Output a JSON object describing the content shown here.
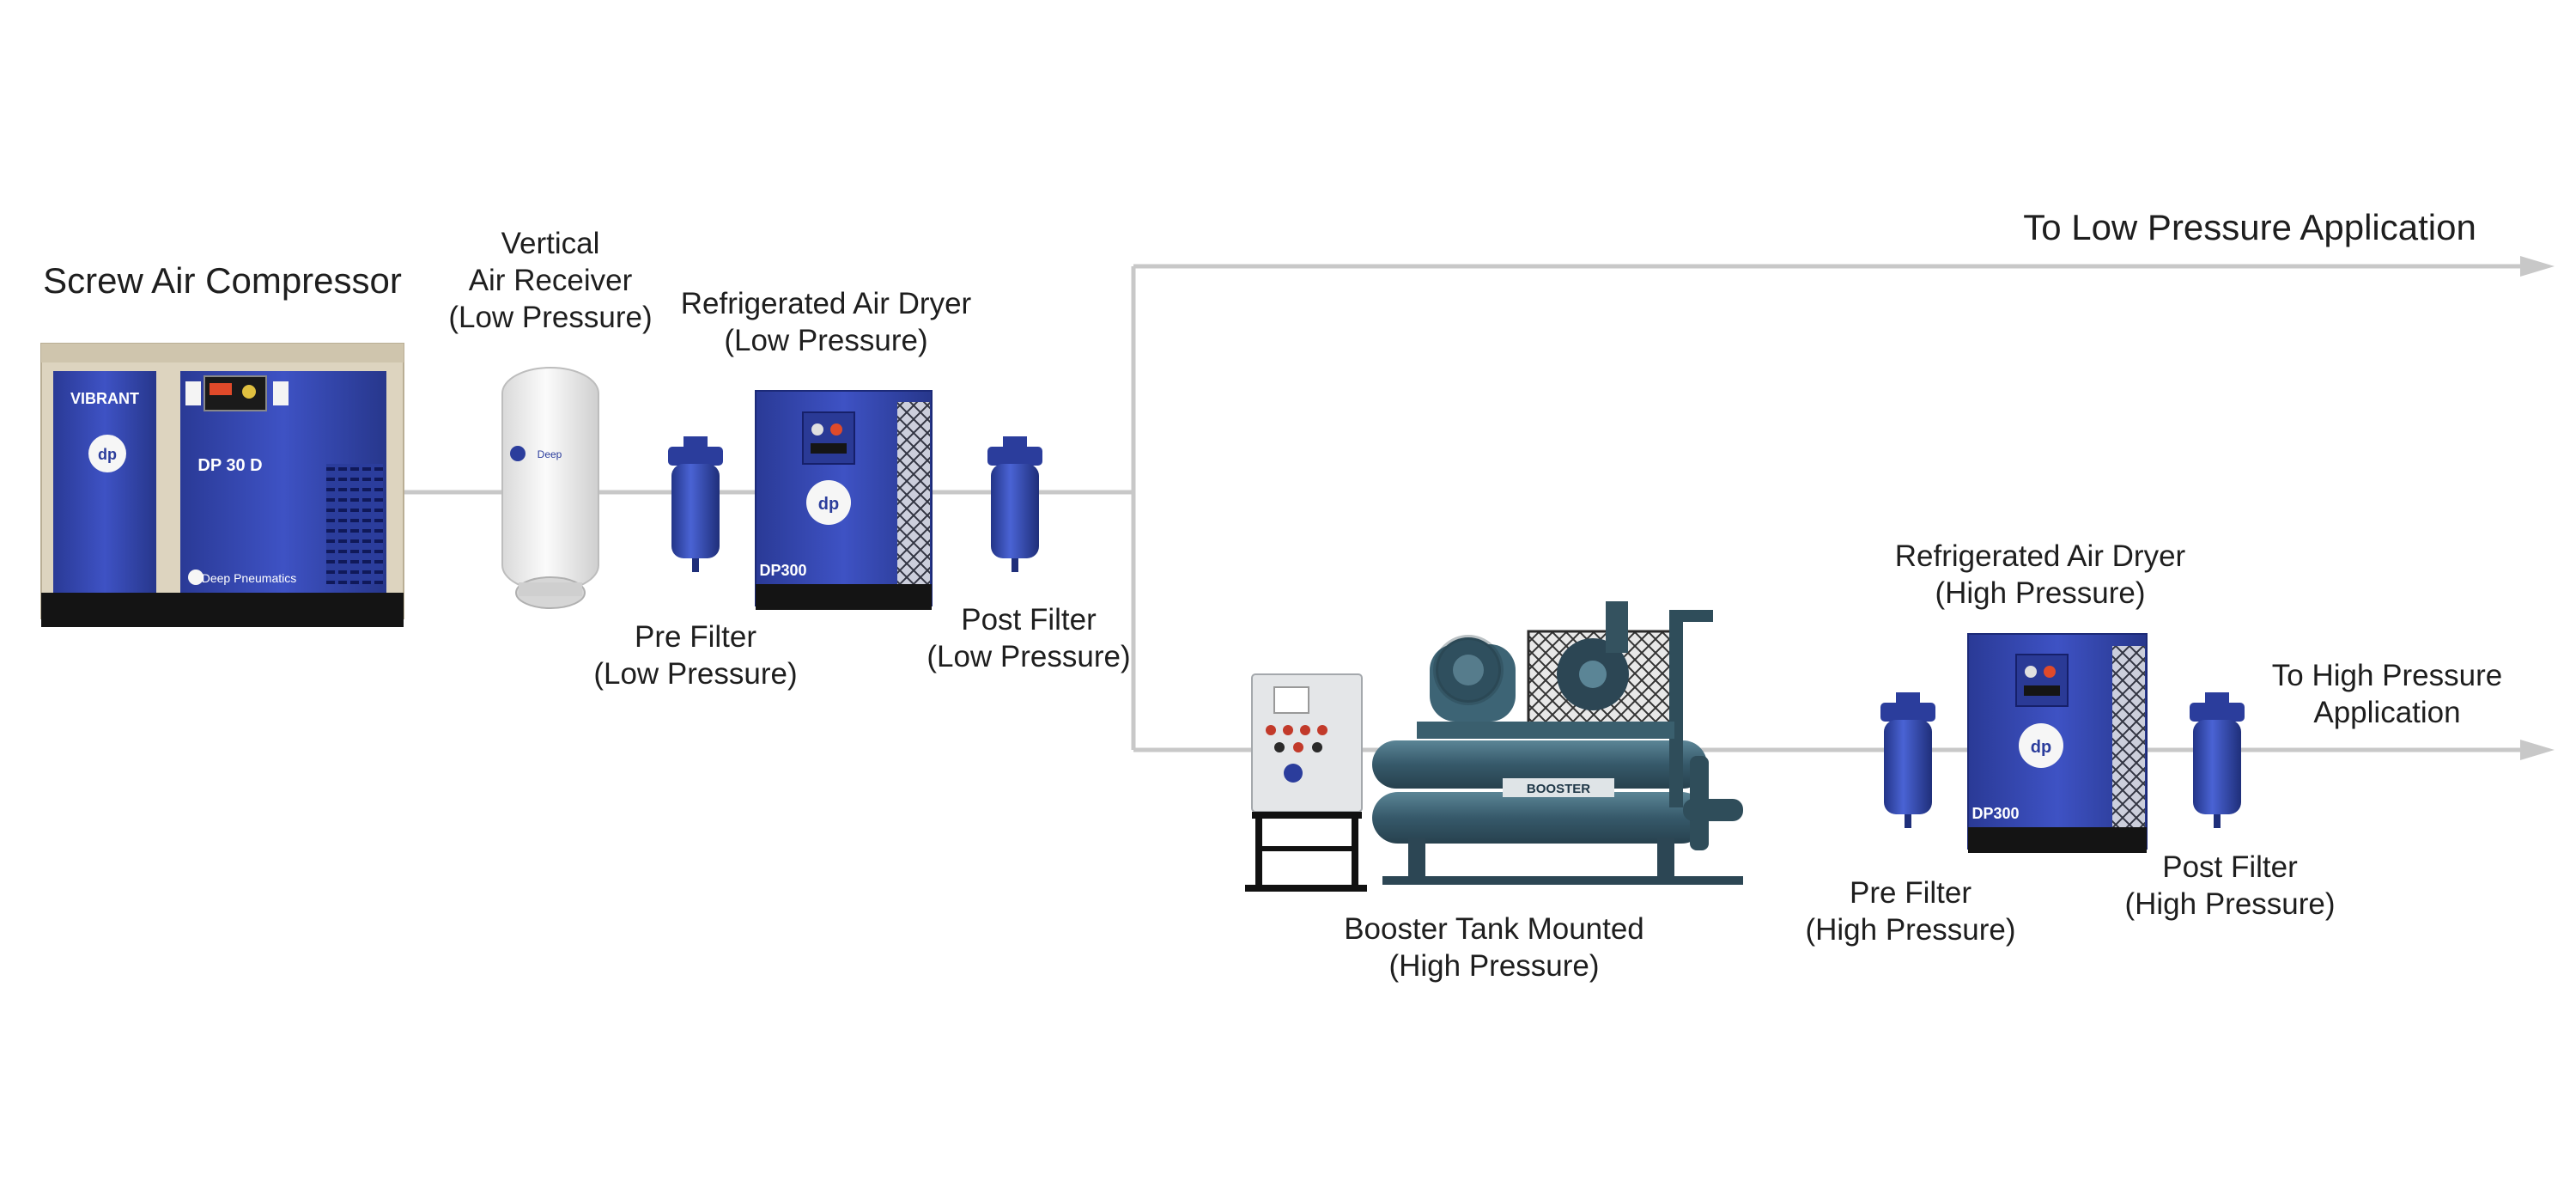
{
  "diagram": {
    "equipment": {
      "compressor": {
        "title": "Screw Air Compressor",
        "brand_text": "VIBRANT",
        "model_text": "DP 30 D",
        "maker_text": "Deep Pneumatics"
      },
      "air_receiver": {
        "line1": "Vertical",
        "line2": "Air Receiver",
        "line3": "(Low Pressure)"
      },
      "lp_pre_filter": {
        "line1": "Pre Filter",
        "line2": "(Low Pressure)"
      },
      "lp_dryer": {
        "line1": "Refrigerated Air Dryer",
        "line2": "(Low Pressure)",
        "model_text": "DP300"
      },
      "lp_post_filter": {
        "line1": "Post Filter",
        "line2": "(Low Pressure)"
      },
      "booster": {
        "line1": "Booster Tank Mounted",
        "line2": "(High Pressure)",
        "plate_text": "BOOSTER"
      },
      "hp_pre_filter": {
        "line1": "Pre Filter",
        "line2": "(High Pressure)"
      },
      "hp_dryer": {
        "line1": "Refrigerated Air Dryer",
        "line2": "(High Pressure)",
        "model_text": "DP300"
      },
      "hp_post_filter": {
        "line1": "Post Filter",
        "line2": "(High Pressure)"
      }
    },
    "outputs": {
      "low": "To Low Pressure Application",
      "high_line1": "To High Pressure",
      "high_line2": "Application"
    },
    "logo_text": "dp"
  },
  "colors": {
    "pipe": "#c8c8c8",
    "equipment_blue": "#2b3d9c",
    "frame_beige": "#ddd4bf",
    "base_black": "#141414",
    "tank_white": "#f2f2f2",
    "booster_teal": "#3a5f6e"
  }
}
